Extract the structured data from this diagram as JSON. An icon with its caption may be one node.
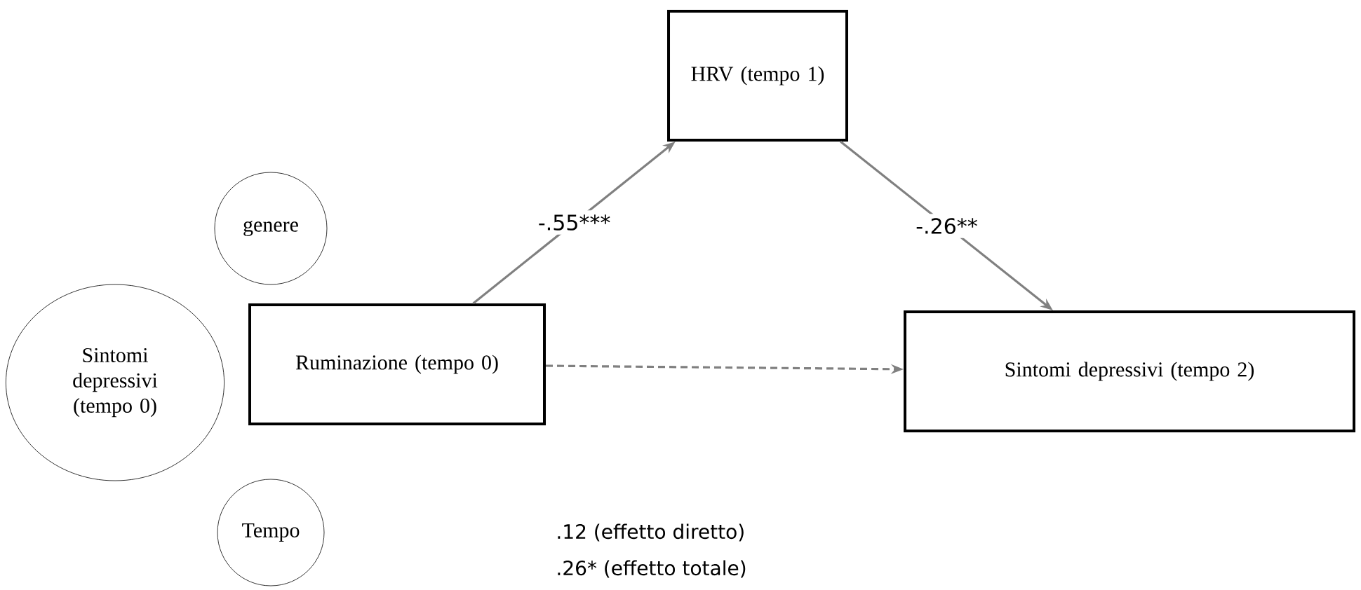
{
  "diagram": {
    "nodes": [
      {
        "text": [
          "HRV (tempo 1)"
        ]
      },
      {
        "text": [
          "genere"
        ]
      },
      {
        "text": [
          "Sintomi depressivi (tempo 0)"
        ]
      },
      {
        "text": [
          "Ruminazione (tempo 0)"
        ]
      },
      {
        "text": [
          "Sintomi depressivi (tempo 2)"
        ]
      },
      {
        "text": [
          "Tempo"
        ]
      }
    ],
    "edges": [
      {
        "from": 3,
        "to": 0,
        "arrow": "to",
        "label": "-.55***"
      },
      {
        "from": 0,
        "to": 4,
        "arrow": "to",
        "label": "-.26**"
      },
      {
        "from": 3,
        "to": 4,
        "arrow": "to",
        "style": "dashed"
      }
    ],
    "labels": [
      ".12 (effetto diretto)",
      ".26* (effetto totale)"
    ]
  }
}
